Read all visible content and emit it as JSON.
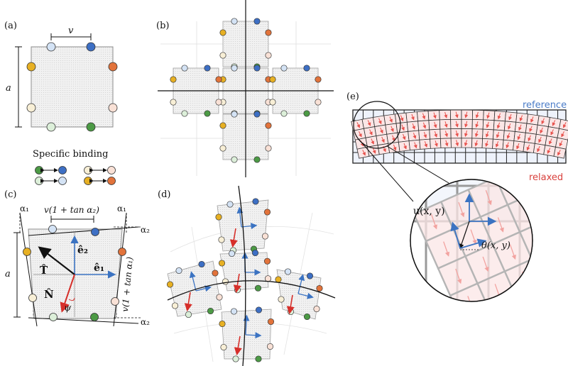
{
  "panels": {
    "a": {
      "label": "(a)",
      "width_label": "v",
      "height_label": "a",
      "legend_title": "Specific binding"
    },
    "b": {
      "label": "(b)"
    },
    "c": {
      "label": "(c)",
      "top_label": "v(1 + tan α₂)",
      "side_label": "v(1 + tan α₁)",
      "alpha1": "α₁",
      "alpha2": "α₂",
      "height_label": "a",
      "e1": "ê₁",
      "e2": "ê₂",
      "T": "T̂",
      "N": "N̂",
      "psi": "ψ"
    },
    "d": {
      "label": "(d)"
    },
    "e": {
      "label": "(e)",
      "reference": "reference",
      "relaxed": "relaxed",
      "u_label": "u(x, y)",
      "theta_label": "θ(x, y)"
    }
  },
  "colors": {
    "green_dark": "#4c9a45",
    "green_light": "#dcefd9",
    "blue_dark": "#3d6fc4",
    "blue_light": "#d4e3f5",
    "yellow": "#e7b023",
    "yellow_light": "#f8efd6",
    "orange": "#e2733b",
    "orange_light": "#f9e1d6",
    "reference": "#4a7cc8",
    "relaxed": "#d9413d",
    "arrow_blue": "#3b73c2",
    "arrow_red": "#d62f2a"
  }
}
